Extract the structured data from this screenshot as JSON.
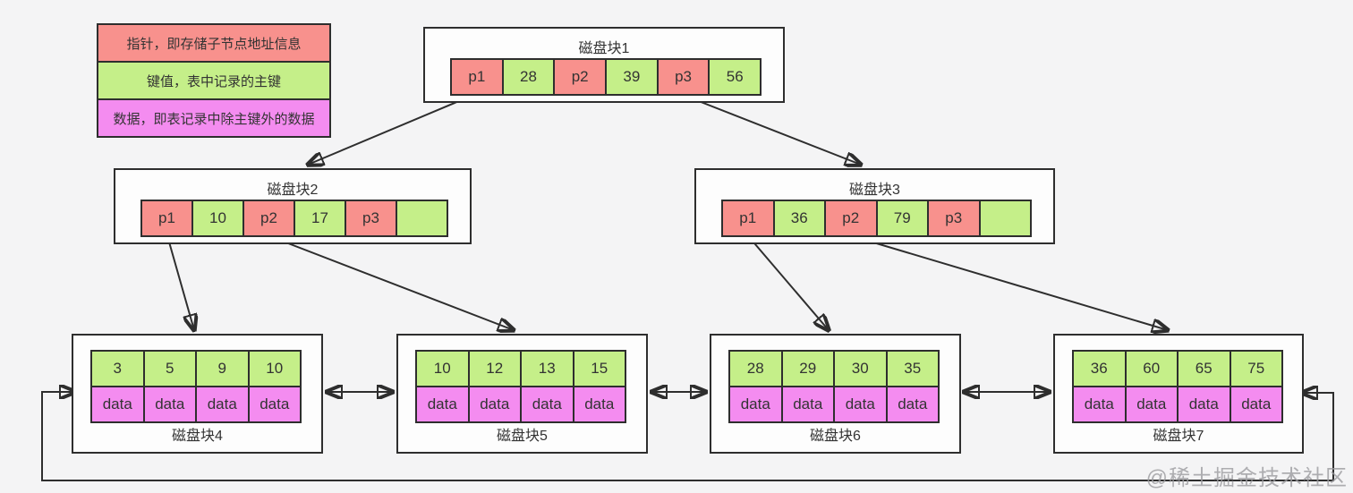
{
  "colors": {
    "pointer_cell": "#f8918d",
    "key_cell": "#c5ef89",
    "data_cell": "#f48cf0",
    "border": "#2e2e2e",
    "background": "#f4f4f5"
  },
  "legend": {
    "items": [
      {
        "role": "pointer",
        "label": "指针，即存储子节点地址信息"
      },
      {
        "role": "key",
        "label": "键值，表中记录的主键"
      },
      {
        "role": "data",
        "label": "数据，即表记录中除主键外的数据"
      }
    ]
  },
  "internal_nodes": [
    {
      "title": "磁盘块1",
      "cells": [
        {
          "type": "pointer",
          "v": "p1"
        },
        {
          "type": "key",
          "v": "28"
        },
        {
          "type": "pointer",
          "v": "p2"
        },
        {
          "type": "key",
          "v": "39"
        },
        {
          "type": "pointer",
          "v": "p3"
        },
        {
          "type": "key",
          "v": "56"
        }
      ]
    },
    {
      "title": "磁盘块2",
      "cells": [
        {
          "type": "pointer",
          "v": "p1"
        },
        {
          "type": "key",
          "v": "10"
        },
        {
          "type": "pointer",
          "v": "p2"
        },
        {
          "type": "key",
          "v": "17"
        },
        {
          "type": "pointer",
          "v": "p3"
        },
        {
          "type": "key",
          "v": ""
        }
      ]
    },
    {
      "title": "磁盘块3",
      "cells": [
        {
          "type": "pointer",
          "v": "p1"
        },
        {
          "type": "key",
          "v": "36"
        },
        {
          "type": "pointer",
          "v": "p2"
        },
        {
          "type": "key",
          "v": "79"
        },
        {
          "type": "pointer",
          "v": "p3"
        },
        {
          "type": "key",
          "v": ""
        }
      ]
    }
  ],
  "leaf_nodes": [
    {
      "title": "磁盘块4",
      "keys": [
        "3",
        "5",
        "9",
        "10"
      ],
      "data": [
        "data",
        "data",
        "data",
        "data"
      ]
    },
    {
      "title": "磁盘块5",
      "keys": [
        "10",
        "12",
        "13",
        "15"
      ],
      "data": [
        "data",
        "data",
        "data",
        "data"
      ]
    },
    {
      "title": "磁盘块6",
      "keys": [
        "28",
        "29",
        "30",
        "35"
      ],
      "data": [
        "data",
        "data",
        "data",
        "data"
      ]
    },
    {
      "title": "磁盘块7",
      "keys": [
        "36",
        "60",
        "65",
        "75"
      ],
      "data": [
        "data",
        "data",
        "data",
        "data"
      ]
    }
  ],
  "edges": [
    "磁盘块1.p1 → 磁盘块2",
    "磁盘块1.p3 → 磁盘块3",
    "磁盘块2.p1 → 磁盘块4",
    "磁盘块2.p2 → 磁盘块5",
    "磁盘块3.p1 → 磁盘块6",
    "磁盘块3.p2 → 磁盘块7",
    "磁盘块4 ↔ 磁盘块5",
    "磁盘块5 ↔ 磁盘块6",
    "磁盘块6 ↔ 磁盘块7",
    "磁盘块7 ↔ 磁盘块4 (底部双向循环链)"
  ],
  "watermark": "@稀土掘金技术社区"
}
